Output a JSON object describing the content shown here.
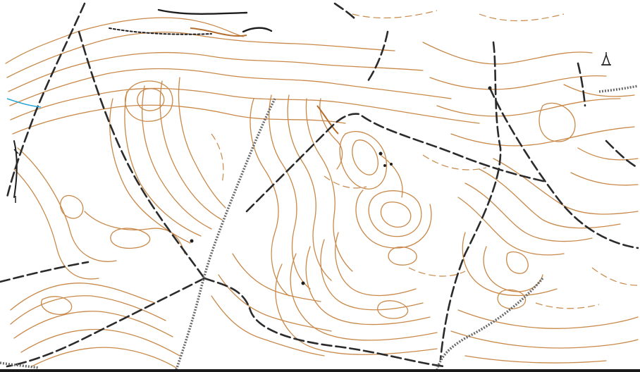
{
  "map": {
    "type": "orienteering-topographic",
    "colors": {
      "background": "#ffffff",
      "contour": "#c9894a",
      "contour_index": "#b56e2d",
      "track": "#2b2b2b",
      "footpath": "#555555",
      "water": "#2aa6d8",
      "cliff": "#1e1e1e"
    },
    "symbols": [
      "contour-lines",
      "form-lines",
      "tracks",
      "paths",
      "small-knolls",
      "tower",
      "cliff",
      "watercourse"
    ]
  }
}
